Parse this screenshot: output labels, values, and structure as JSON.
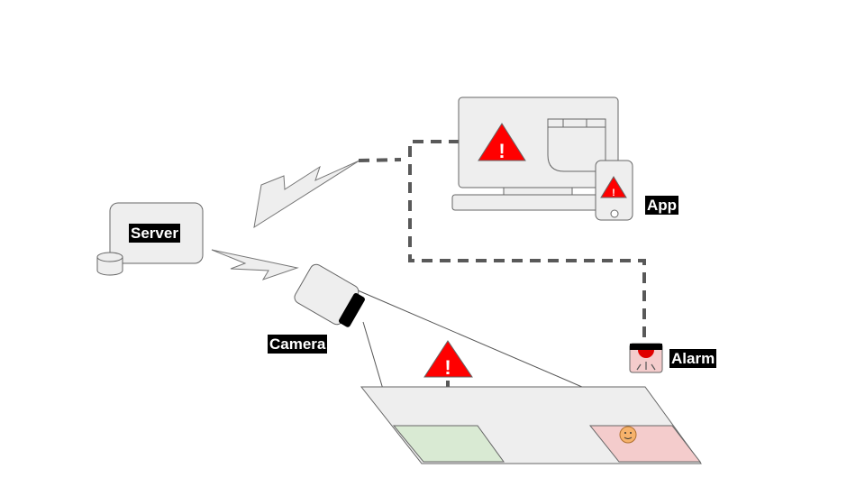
{
  "labels": {
    "server": "Server",
    "camera": "Camera",
    "app": "App",
    "alarm": "Alarm"
  },
  "alert_glyph": "!",
  "icons": [
    "server-icon",
    "database-icon",
    "camera-icon",
    "monitor-icon",
    "phone-icon",
    "alarm-icon",
    "warning-icon",
    "person-icon",
    "lightning-icon"
  ],
  "colors": {
    "alert_red": "#ff0000",
    "safe_zone": "#d9ead3",
    "danger_zone": "#f4cccc",
    "alarm_light": "#e00000",
    "person": "#f6b26b",
    "dashed_link": "#595959",
    "device_fill": "#eeeeee"
  }
}
